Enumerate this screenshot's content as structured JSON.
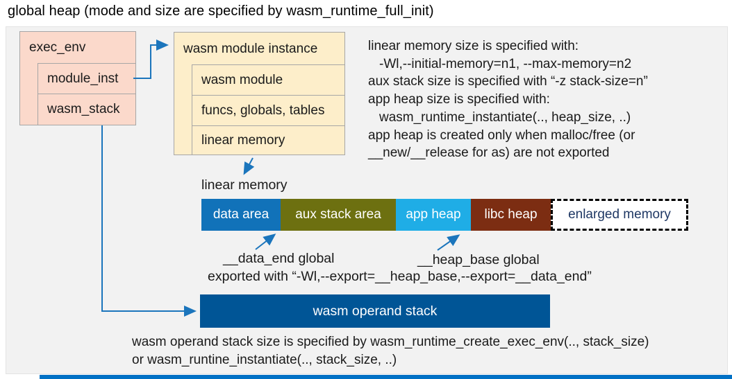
{
  "title": "global heap (mode and size are specified by wasm_runtime_full_init)",
  "exec_env": {
    "header": "exec_env",
    "fields": [
      "module_inst",
      "wasm_stack"
    ]
  },
  "module_instance": {
    "header": "wasm module instance",
    "fields": [
      "wasm module",
      "funcs, globals, tables",
      "linear memory"
    ]
  },
  "notes_top": [
    "linear memory size is specified with:",
    "-Wl,--initial-memory=n1, --max-memory=n2",
    "aux stack size is specified with “-z stack-size=n”",
    "app heap size is specified with:",
    "wasm_runtime_instantiate(.., heap_size, ..)",
    "app heap is created only when malloc/free (or",
    "__new/__release for as) are not exported"
  ],
  "linear_memory": {
    "label": "linear memory",
    "segments": [
      {
        "label": "data area",
        "color": "#1172b9",
        "text_color": "#ffffff",
        "width": 114,
        "dashed": false
      },
      {
        "label": "aux stack area",
        "color": "#6d7010",
        "text_color": "#ffffff",
        "width": 166,
        "dashed": false
      },
      {
        "label": "app heap",
        "color": "#1fade6",
        "text_color": "#ffffff",
        "width": 108,
        "dashed": false
      },
      {
        "label": "libc heap",
        "color": "#7c2d12",
        "text_color": "#ffffff",
        "width": 115,
        "dashed": false
      },
      {
        "label": "enlarged memory",
        "color": "#ffffff",
        "text_color": "#1f3864",
        "width": 198,
        "dashed": true
      }
    ]
  },
  "globals_labels": {
    "data_end": "__data_end global",
    "heap_base": "__heap_base global",
    "exported": "exported with “-Wl,--export=__heap_base,--export=__data_end”"
  },
  "operand_stack": {
    "label": "wasm operand stack"
  },
  "notes_bottom": [
    "wasm operand stack size is specified by wasm_runtime_create_exec_env(.., stack_size)",
    "or wasm_runtine_instantiate(.., stack_size, ..)"
  ],
  "colors": {
    "panel": "#f2f2f2",
    "box_pink": "#fbd9cb",
    "box_cream": "#fdeeca",
    "box_border": "#a6a6a6",
    "arrow_blue": "#1b75bc",
    "operand_stack": "#005596",
    "footer_accent": "#0071c5",
    "enlarged_text": "#1f3864"
  }
}
